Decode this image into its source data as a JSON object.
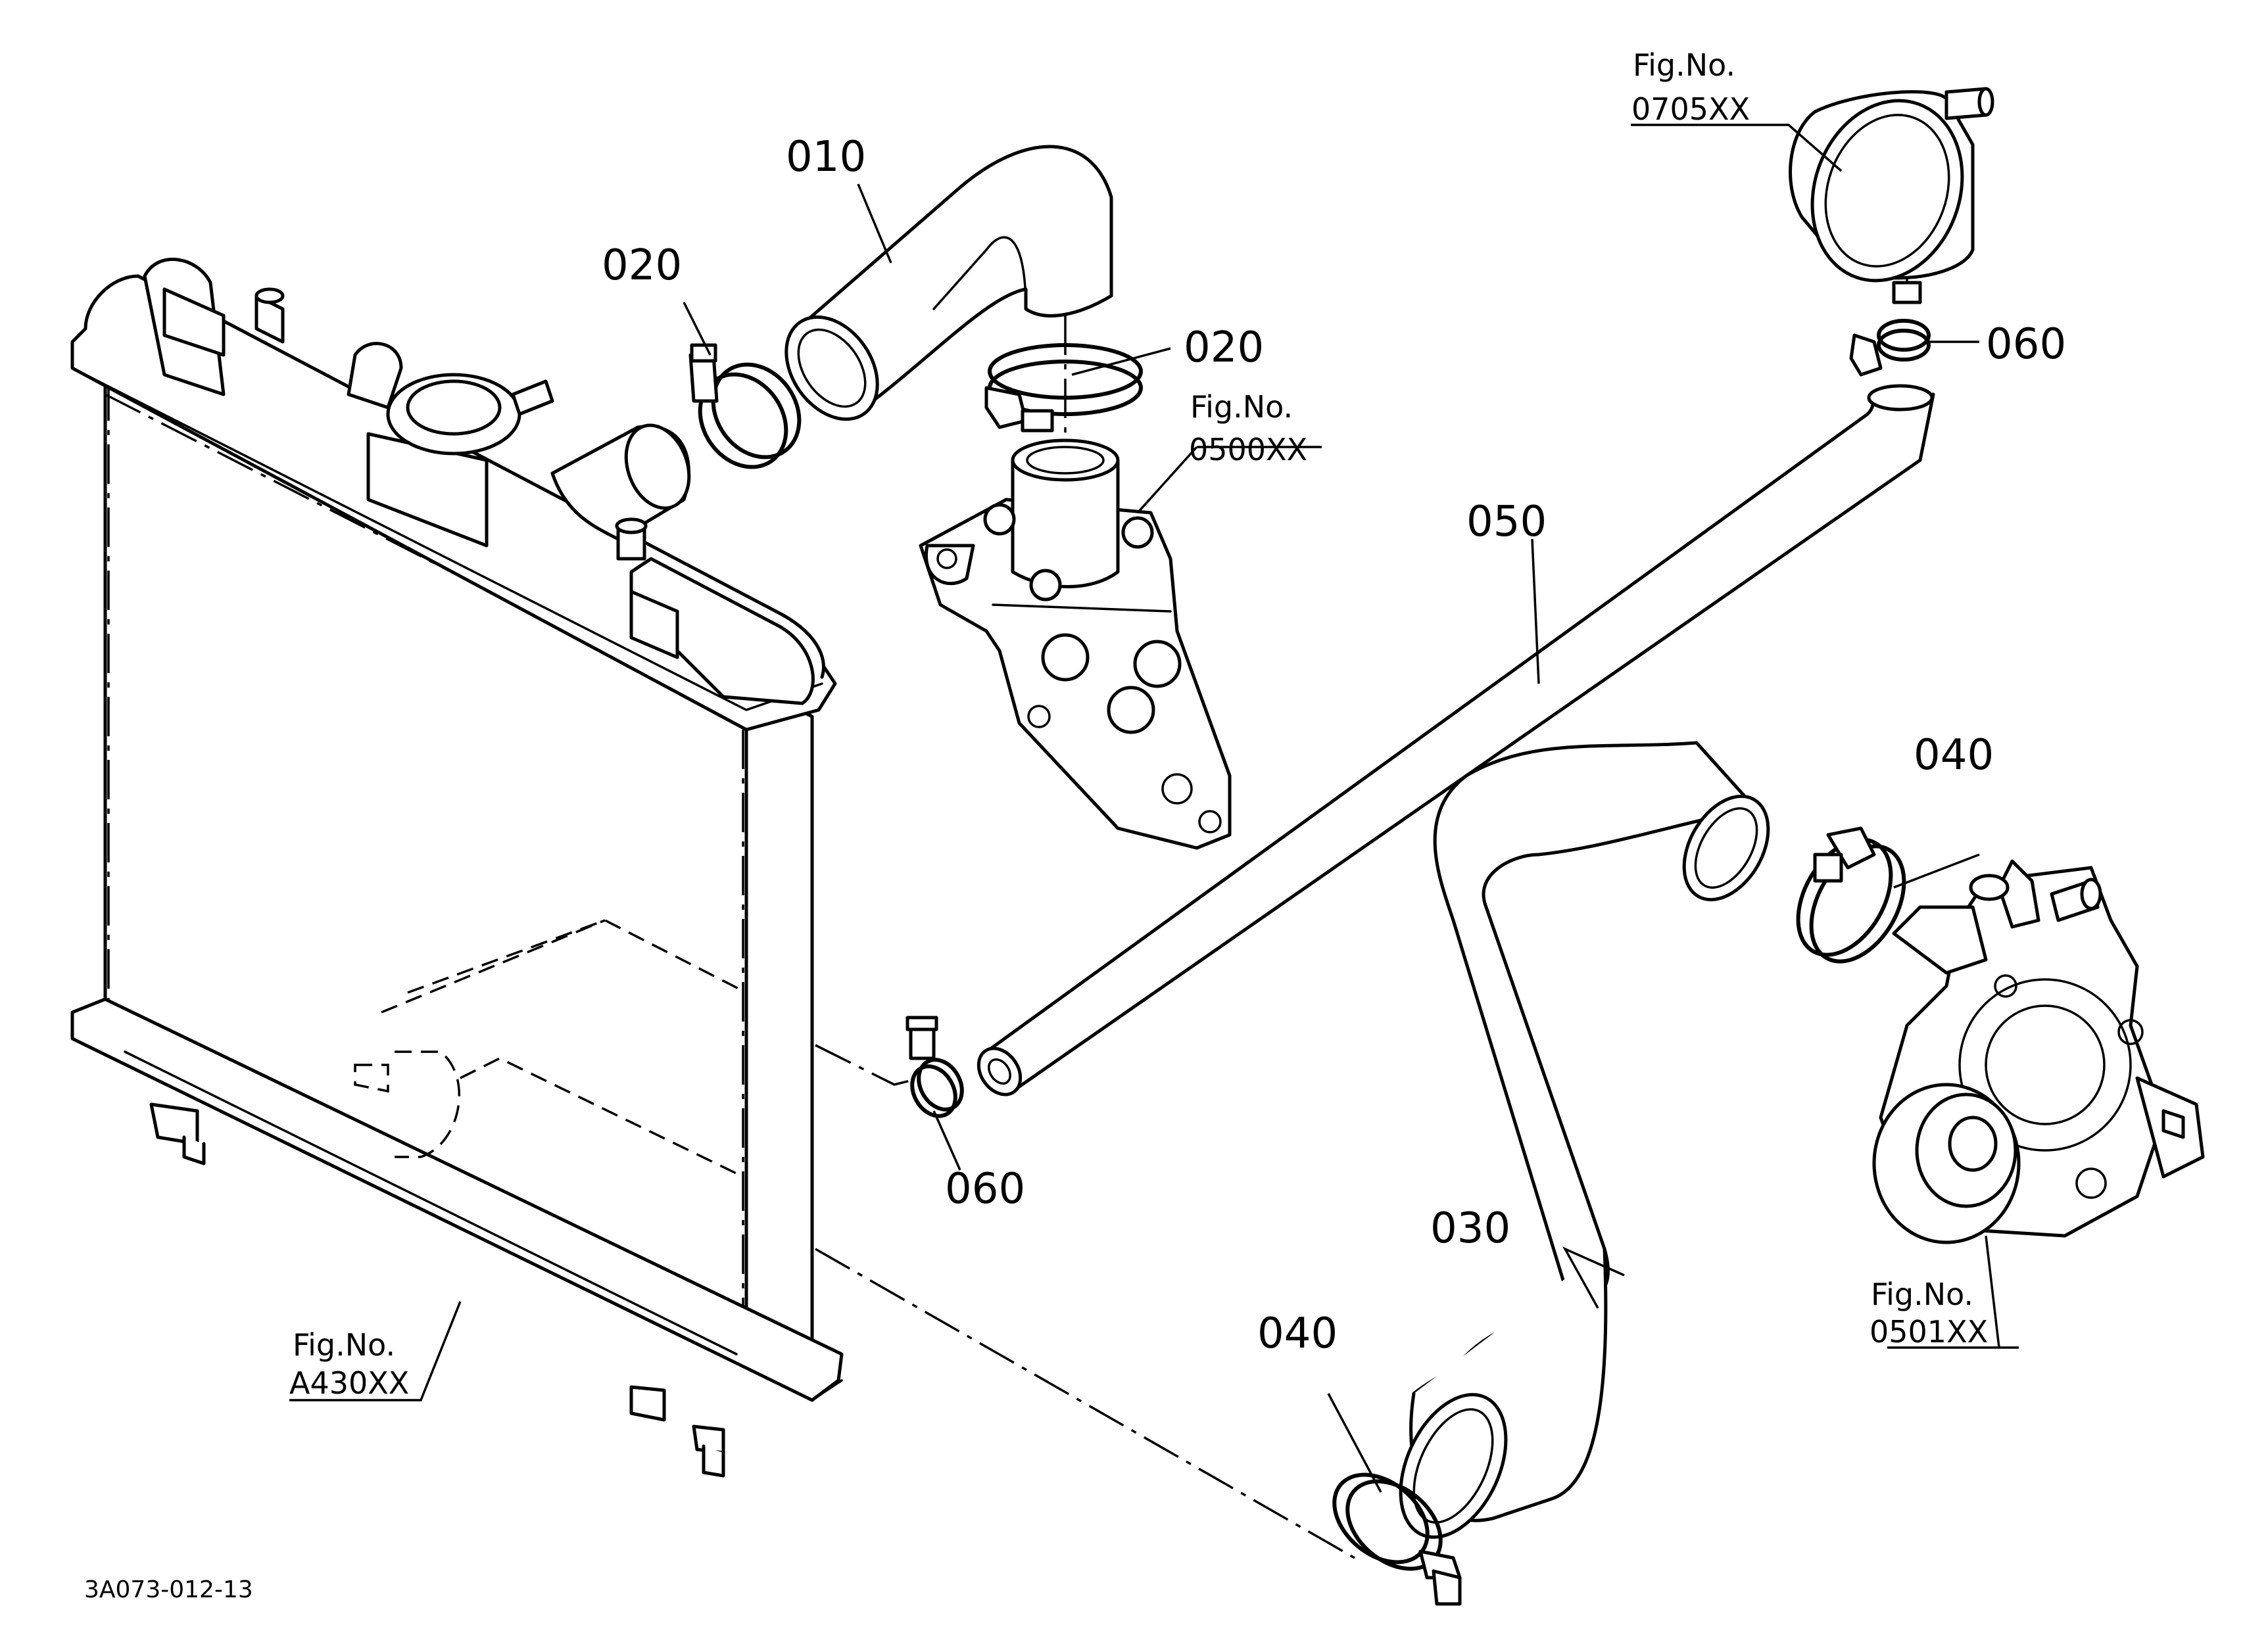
{
  "callouts": {
    "c010": "010",
    "c020_left": "020",
    "c020_right": "020",
    "c030": "030",
    "c040_right": "040",
    "c040_bottom": "040",
    "c050": "050",
    "c060_top": "060",
    "c060_bottom": "060"
  },
  "figure_refs": {
    "thermostat": {
      "label": "Fig.No.",
      "number": "0500XX"
    },
    "filler": {
      "label": "Fig.No.",
      "number": "0705XX"
    },
    "water_pump": {
      "label": "Fig.No.",
      "number": "0501XX"
    },
    "radiator": {
      "label": "Fig.No.",
      "number": "A430XX"
    }
  },
  "drawing_code": "3A073-012-13"
}
